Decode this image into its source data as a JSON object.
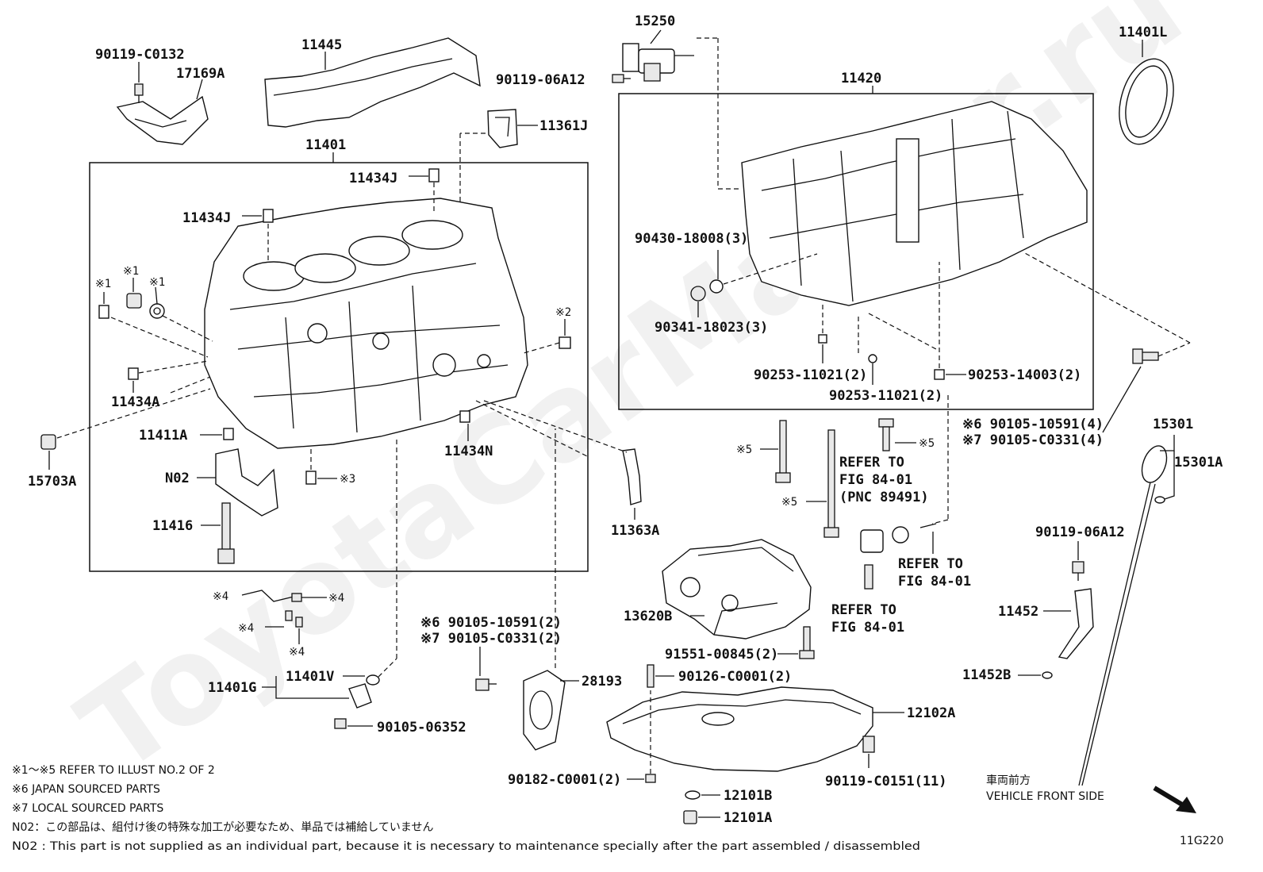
{
  "watermark": "ToyotaCarMaster.ru",
  "diagram_id": "11G220",
  "parts": {
    "p90119_c0132": "90119-C0132",
    "p17169a": "17169A",
    "p11445": "11445",
    "p15250": "15250",
    "p90119_06a12_top": "90119-06A12",
    "p11401l": "11401L",
    "p11420": "11420",
    "p11361j": "11361J",
    "p11401": "11401",
    "p11434j_a": "11434J",
    "p11434j_b": "11434J",
    "m1_a": "※1",
    "m1_b": "※1",
    "m1_c": "※1",
    "m2": "※2",
    "m3": "※3",
    "p11434a": "11434A",
    "p11411a": "11411A",
    "p11434n": "11434N",
    "p15703a": "15703A",
    "n02": "N02",
    "p11416": "11416",
    "p11363a": "11363A",
    "p90430": "90430-18008(3)",
    "p90341": "90341-18023(3)",
    "p90253_a": "90253-11021(2)",
    "p90253_b": "90253-11021(2)",
    "p90253_14003": "90253-14003(2)",
    "p90105_10591_4": "※6 90105-10591(4)",
    "p90105_c0331_4": "※7 90105-C0331(4)",
    "p15301": "15301",
    "p15301a": "15301A",
    "m5_a": "※5",
    "m5_b": "※5",
    "m5_c": "※5",
    "refer1_a": "REFER TO",
    "refer1_b": "FIG 84-01",
    "refer1_c": "(PNC 89491)",
    "refer2_a": "REFER TO",
    "refer2_b": "FIG 84-01",
    "refer3_a": "REFER TO",
    "refer3_b": "FIG 84-01",
    "p90119_06a12_right": "90119-06A12",
    "p11452": "11452",
    "p11452b": "11452B",
    "p13620b": "13620B",
    "p91551": "91551-00845(2)",
    "p90126": "90126-C0001(2)",
    "p12102a": "12102A",
    "p90119_c0151": "90119-C0151(11)",
    "p90182": "90182-C0001(2)",
    "p12101b": "12101B",
    "p12101a": "12101A",
    "p28193": "28193",
    "p90105_10591_2": "※6 90105-10591(2)",
    "p90105_c0331_2": "※7 90105-C0331(2)",
    "m4_a": "※4",
    "m4_b": "※4",
    "m4_c": "※4",
    "m4_d": "※4",
    "p11401v": "11401V",
    "p11401g": "11401G",
    "p90105_06352": "90105-06352"
  },
  "notes": {
    "n1": "※1～※5  REFER TO ILLUST NO.2 OF 2",
    "n2": "※6 JAPAN SOURCED PARTS",
    "n3": "※7 LOCAL SOURCED PARTS",
    "n4": "N02：この部品は、組付け後の特殊な加工が必要なため、単品では補給していません",
    "n5": "N02 : This part is not supplied as an individual part, because it is necessary to maintenance specially after the part assembled / disassembled"
  },
  "front": {
    "jp": "車両前方",
    "en": "VEHICLE FRONT SIDE"
  }
}
